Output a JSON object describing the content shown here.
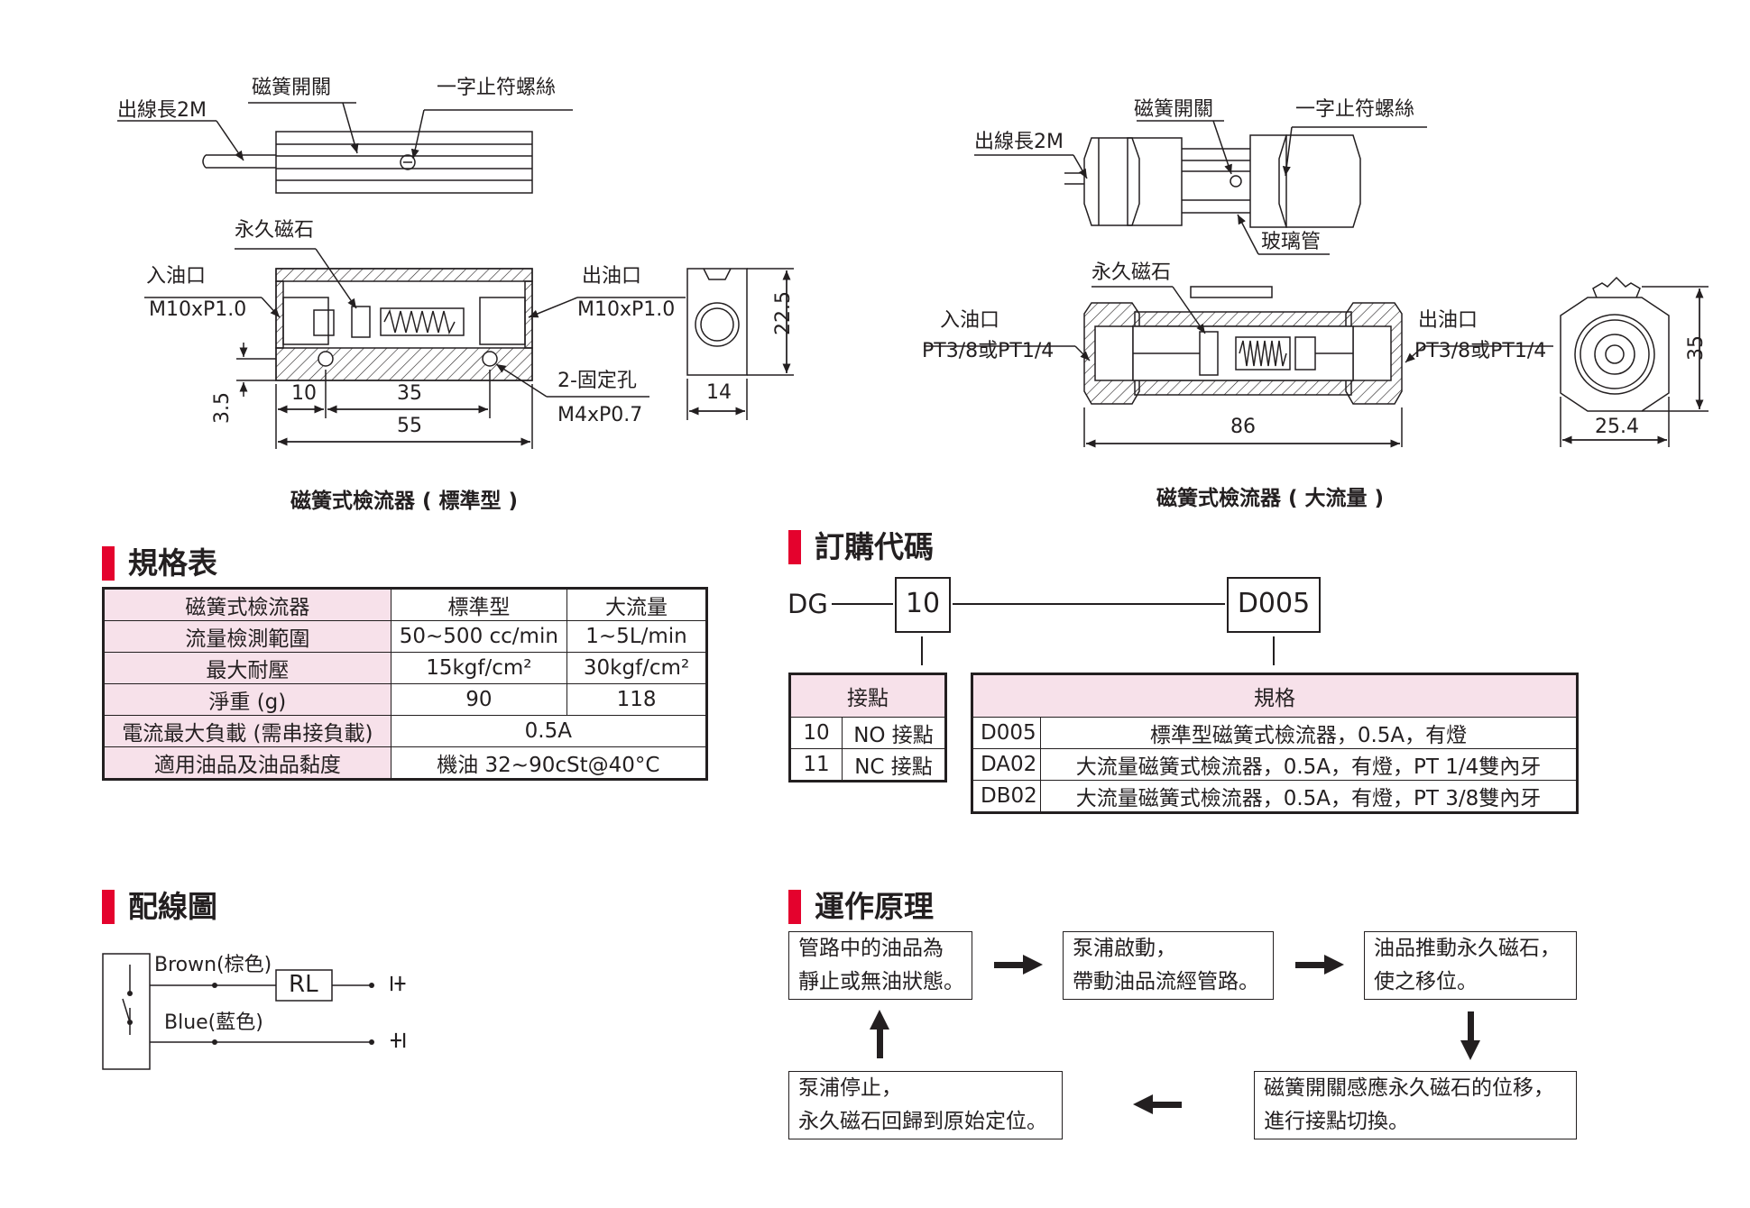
{
  "colors": {
    "accent": "#e4022d",
    "table_header": "#f7e1ea",
    "ink": "#231f20"
  },
  "drawing_std": {
    "wire_label": "出線長2M",
    "reed_switch": "磁簧開關",
    "stop_screw": "一字止符螺絲",
    "magnet": "永久磁石",
    "inlet": "入油口",
    "inlet_thread": "M10xP1.0",
    "outlet": "出油口",
    "outlet_thread": "M10xP1.0",
    "fix_holes": "2-固定孔",
    "fix_thread": "M4xP0.7",
    "dims": {
      "d10": "10",
      "d35": "35",
      "d55": "55",
      "d35b": "3.5",
      "d14": "14",
      "d225": "22.5"
    },
    "caption": "磁簧式檢流器 ( 標準型 )"
  },
  "drawing_big": {
    "reed_switch": "磁簧開關",
    "stop_screw": "一字止符螺絲",
    "wire_label": "出線長2M",
    "glass_tube": "玻璃管",
    "magnet": "永久磁石",
    "inlet": "入油口",
    "inlet_thread": "PT3/8或PT1/4",
    "outlet": "出油口",
    "outlet_thread": "PT3/8或PT1/4",
    "dims": {
      "d86": "86",
      "d254": "25.4",
      "d35": "35"
    },
    "caption": "磁簧式檢流器 ( 大流量 )"
  },
  "spec_section": {
    "title": "規格表",
    "header": [
      "磁簧式檢流器",
      "標準型",
      "大流量"
    ],
    "rows": [
      {
        "label": "流量檢測範圍",
        "std": "50~500 cc/min",
        "big": "1~5L/min"
      },
      {
        "label": "最大耐壓",
        "std": "15kgf/cm²",
        "big": "30kgf/cm²"
      },
      {
        "label": "淨重 (g)",
        "std": "90",
        "big": "118"
      },
      {
        "label": "電流最大負載 (需串接負載)",
        "both": "0.5A"
      },
      {
        "label": "適用油品及油品黏度",
        "both": "機油 32~90cSt@40°C"
      }
    ]
  },
  "order_section": {
    "title": "訂購代碼",
    "prefix": "DG",
    "code1": "10",
    "code2": "D005",
    "contact_header": "接點",
    "contacts": [
      {
        "code": "10",
        "desc": "NO 接點"
      },
      {
        "code": "11",
        "desc": "NC 接點"
      }
    ],
    "spec_header": "規格",
    "specs": [
      {
        "code": "D005",
        "desc": "標準型磁簧式檢流器，0.5A，有燈"
      },
      {
        "code": "DA02",
        "desc": "大流量磁簧式檢流器，0.5A，有燈，PT 1/4雙內牙"
      },
      {
        "code": "DB02",
        "desc": "大流量磁簧式檢流器，0.5A，有燈，PT 3/8雙內牙"
      }
    ]
  },
  "wiring_section": {
    "title": "配線圖",
    "brown": "Brown(棕色)",
    "blue": "Blue(藍色)",
    "load": "RL",
    "pm1": "±",
    "pm2": "∓"
  },
  "principle_section": {
    "title": "運作原理",
    "steps": [
      {
        "l1": "管路中的油品為",
        "l2": "靜止或無油狀態。"
      },
      {
        "l1": "泵浦啟動，",
        "l2": "帶動油品流經管路。"
      },
      {
        "l1": "油品推動永久磁石，",
        "l2": "使之移位。"
      },
      {
        "l1": "磁簧開關感應永久磁石的位移，",
        "l2": "進行接點切換。"
      },
      {
        "l1": "泵浦停止，",
        "l2": "永久磁石回歸到原始定位。"
      }
    ]
  }
}
